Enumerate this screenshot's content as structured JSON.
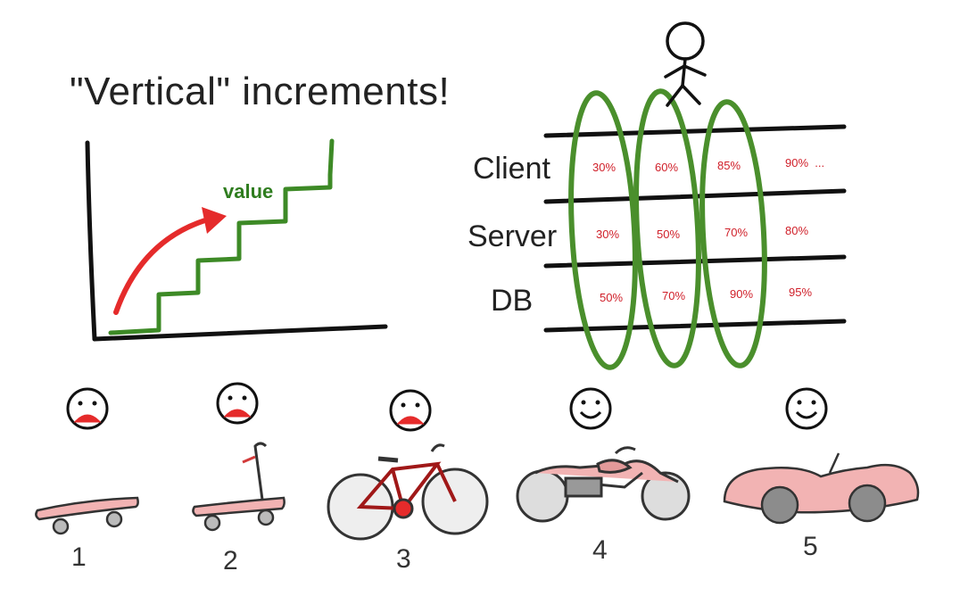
{
  "title": "\"Vertical\" increments!",
  "chart": {
    "arrow_label": "value"
  },
  "layers": {
    "rows": [
      {
        "label": "Client",
        "values": [
          "30%",
          "60%",
          "85%",
          "90%  ..."
        ]
      },
      {
        "label": "Server",
        "values": [
          "30%",
          "50%",
          "70%",
          "80%"
        ]
      },
      {
        "label": "DB",
        "values": [
          "50%",
          "70%",
          "90%",
          "95%"
        ]
      }
    ]
  },
  "stages": [
    {
      "number": "1",
      "vehicle": "skateboard-icon",
      "mood": "sad"
    },
    {
      "number": "2",
      "vehicle": "scooter-icon",
      "mood": "sad"
    },
    {
      "number": "3",
      "vehicle": "bicycle-icon",
      "mood": "sad"
    },
    {
      "number": "4",
      "vehicle": "motorcycle-icon",
      "mood": "happy"
    },
    {
      "number": "5",
      "vehicle": "car-icon",
      "mood": "happy"
    }
  ],
  "colors": {
    "green": "#3d8a26",
    "red": "#e53030",
    "pink": "#f2b3b3",
    "ink": "#1a1a1a"
  }
}
